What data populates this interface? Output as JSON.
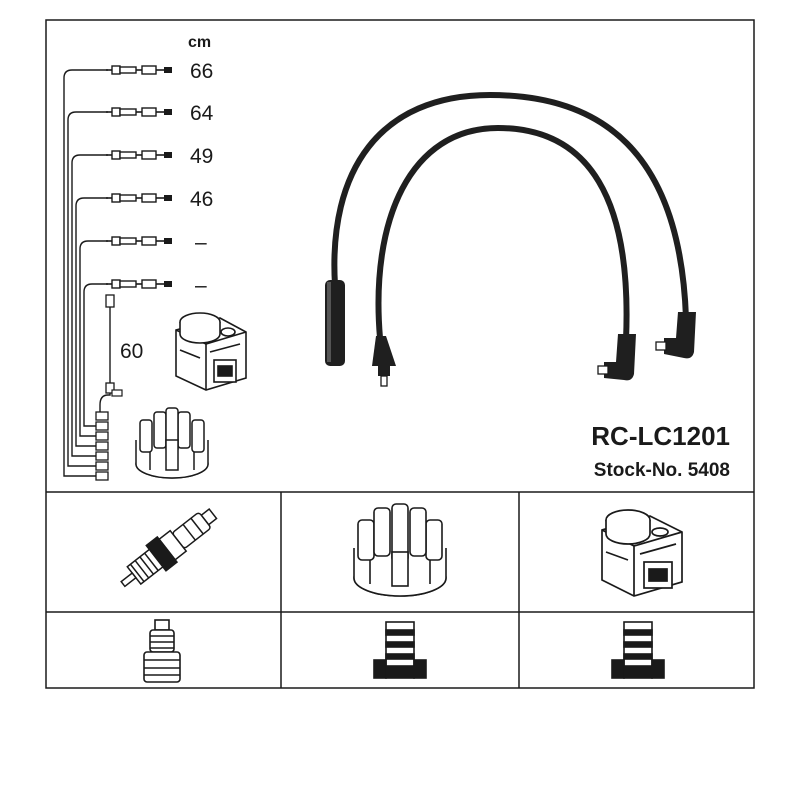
{
  "unit_label": "cm",
  "cable_lengths": [
    "66",
    "64",
    "49",
    "46",
    "–",
    "–"
  ],
  "coil_lead_length": "60",
  "product_code": "RC-LC1201",
  "stock_number": "Stock-No. 5408",
  "legend_top_icons": [
    "spark-plug-icon",
    "distributor-cap-icon",
    "ignition-coil-icon"
  ],
  "legend_bottom_icons": [
    "plug-terminal-icon",
    "cap-terminal-icon",
    "coil-terminal-icon"
  ],
  "colors": {
    "line": "#1a1a1a",
    "cable": "#1f1f1f",
    "background": "#ffffff"
  }
}
